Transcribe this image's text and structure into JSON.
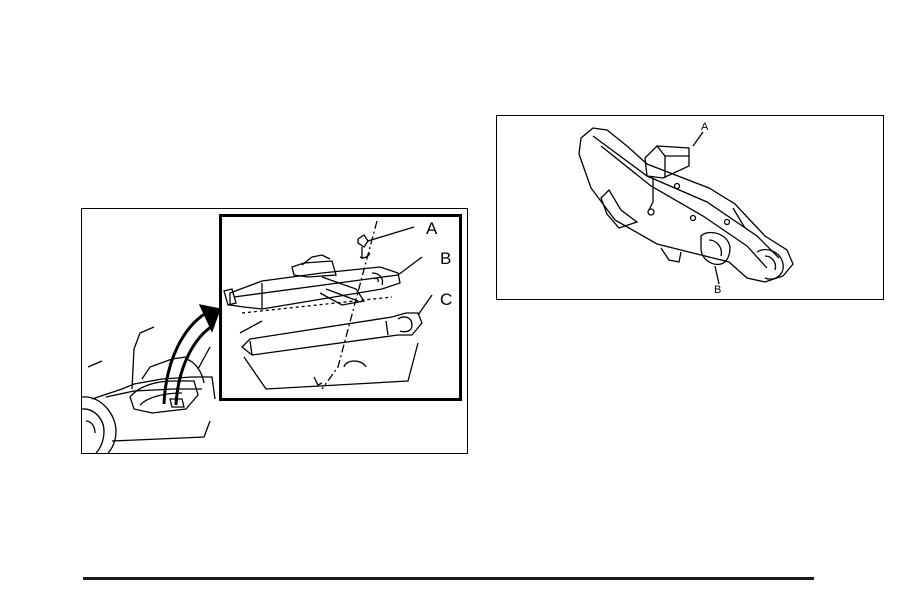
{
  "figure_left": {
    "callouts": {
      "a": "A",
      "b": "B",
      "c": "C"
    }
  },
  "figure_right": {
    "callouts": {
      "a": "A",
      "b": "B"
    }
  },
  "colors": {
    "line": "#000000",
    "background": "#ffffff",
    "rule": "#1a1a1a"
  }
}
